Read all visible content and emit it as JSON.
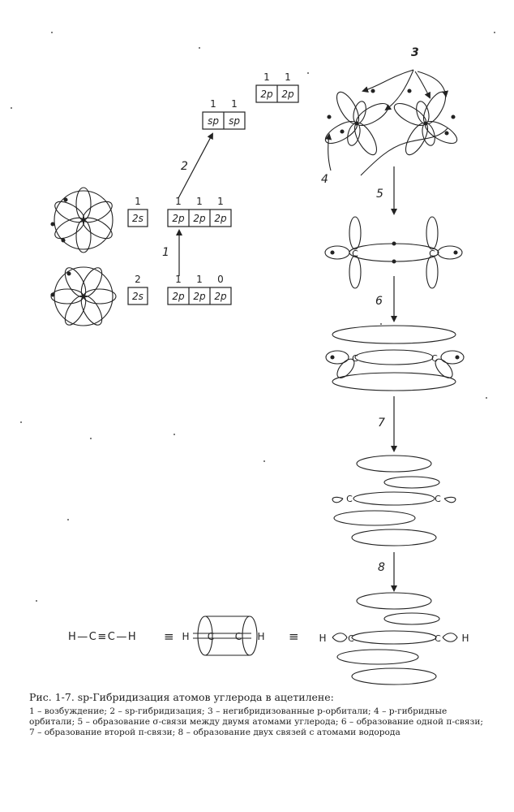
{
  "step_numbers": {
    "s1": "1",
    "s2": "2",
    "s3": "3",
    "s4": "4",
    "s5": "5",
    "s6": "6",
    "s7": "7",
    "s8": "8"
  },
  "ground_state": {
    "s_box": "2s",
    "s_count": "2",
    "p_boxes": [
      "2p",
      "2p",
      "2p"
    ],
    "p_counts": [
      "1",
      "1",
      "0"
    ]
  },
  "excited_state": {
    "s_box": "2s",
    "s_count": "1",
    "p_boxes": [
      "2p",
      "2p",
      "2p"
    ],
    "p_counts": [
      "1",
      "1",
      "1"
    ]
  },
  "hybrid_state": {
    "boxes": [
      "sp",
      "sp"
    ],
    "counts": [
      "1",
      "1"
    ]
  },
  "unhybridized_state": {
    "boxes": [
      "2p",
      "2p"
    ],
    "counts": [
      "1",
      "1"
    ]
  },
  "atom_labels": {
    "c": "C",
    "h": "H"
  },
  "formula": {
    "structural": "H—C≡C—H",
    "equiv": "≡",
    "cylinder_left_h": "H",
    "cylinder_left_c": "C",
    "cylinder_right_c": "C",
    "cylinder_right_h": "H",
    "final_left_h": "H",
    "final_right_h": "H"
  },
  "caption": {
    "title": "Рис. 1-7. sp-Гибридизация атомов углерода в ацетилене:",
    "items": [
      "1 – возбуждение;",
      "2 – sp-гибридизация;",
      "3 – негибридизованные p-орбитали;",
      "4 – p-гибридные орбитали;",
      "5 – образование σ-связи между двумя атомами углерода;",
      "6 – образование одной π-связи;",
      "7 – образование второй π-связи;",
      "8 – образование двух связей с атомами водорода"
    ]
  }
}
